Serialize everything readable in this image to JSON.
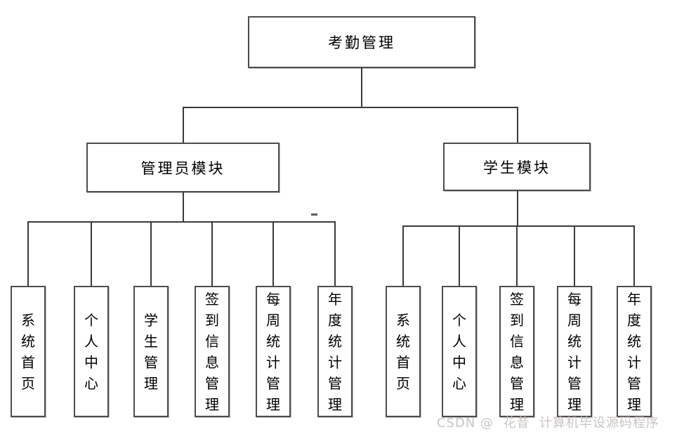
{
  "diagram": {
    "title": "考勤管理",
    "root": {
      "label": "考勤管理"
    },
    "branches": [
      {
        "label": "管理员模块",
        "children": [
          "系统首页",
          "个人中心",
          "学生管理",
          "签到信息管理",
          "每周统计管理",
          "年度统计管理"
        ]
      },
      {
        "label": "学生模块",
        "children": [
          "系统首页",
          "个人中心",
          "签到信息管理",
          "每周统计管理",
          "年度统计管理"
        ]
      }
    ]
  },
  "watermark": {
    "text": "CSDN @  花昔  计算机毕设源码程序",
    "color": "#c9c4c2"
  },
  "colors": {
    "background": "#ffffff",
    "line": "#3a3a3a",
    "box_border": "#4d4d4d",
    "text": "#000000"
  }
}
